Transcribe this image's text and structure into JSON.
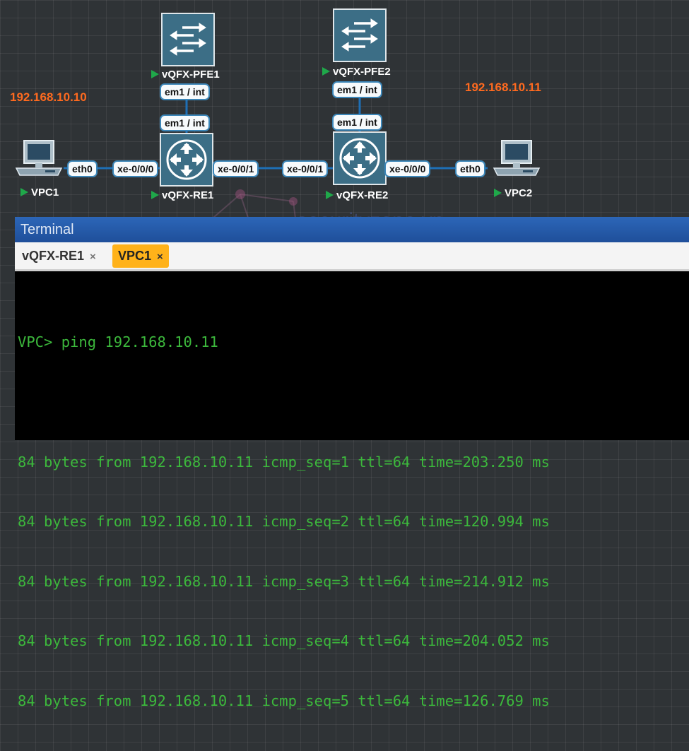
{
  "topology": {
    "nodes": {
      "pfe1": {
        "label": "vQFX-PFE1",
        "port": "em1 / int"
      },
      "pfe2": {
        "label": "vQFX-PFE2",
        "port": "em1 / int"
      },
      "re1": {
        "label": "vQFX-RE1",
        "port_em1": "em1 / int",
        "port_xe0": "xe-0/0/0",
        "port_xe1": "xe-0/0/1"
      },
      "re2": {
        "label": "vQFX-RE2",
        "port_em1": "em1 / int",
        "port_xe0": "xe-0/0/0",
        "port_xe1": "xe-0/0/1"
      },
      "vpc1": {
        "label": "VPC1",
        "port": "eth0",
        "ip": "192.168.10.10"
      },
      "vpc2": {
        "label": "VPC2",
        "port": "eth0",
        "ip": "192.168.10.11"
      }
    },
    "watermark": "securityzone.vn",
    "colors": {
      "link": "#1e6fb5",
      "ip": "#ff6a1f",
      "node_status": "#1fa84a"
    }
  },
  "terminal": {
    "title": "Terminal",
    "tabs": [
      {
        "label": "vQFX-RE1",
        "close": "×",
        "active": false
      },
      {
        "label": "VPC1",
        "close": "×",
        "active": true
      }
    ],
    "lines": [
      "VPC> ping 192.168.10.11",
      "",
      "84 bytes from 192.168.10.11 icmp_seq=1 ttl=64 time=203.250 ms",
      "84 bytes from 192.168.10.11 icmp_seq=2 ttl=64 time=120.994 ms",
      "84 bytes from 192.168.10.11 icmp_seq=3 ttl=64 time=214.912 ms",
      "84 bytes from 192.168.10.11 icmp_seq=4 ttl=64 time=204.052 ms",
      "84 bytes from 192.168.10.11 icmp_seq=5 ttl=64 time=126.769 ms"
    ]
  }
}
